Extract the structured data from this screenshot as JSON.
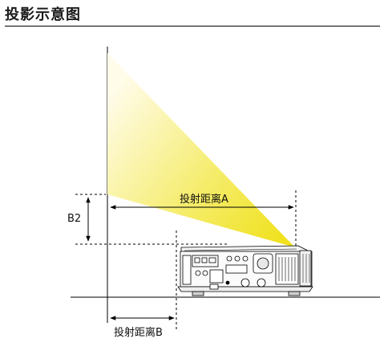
{
  "heading": "投影示意图",
  "labels": {
    "distance_a": "投射距离A",
    "distance_b": "投射距离B",
    "b2": "B2"
  },
  "colors": {
    "beam_bright": "#f0e21a",
    "beam_fade": "#fffbe0",
    "line": "#000000"
  }
}
